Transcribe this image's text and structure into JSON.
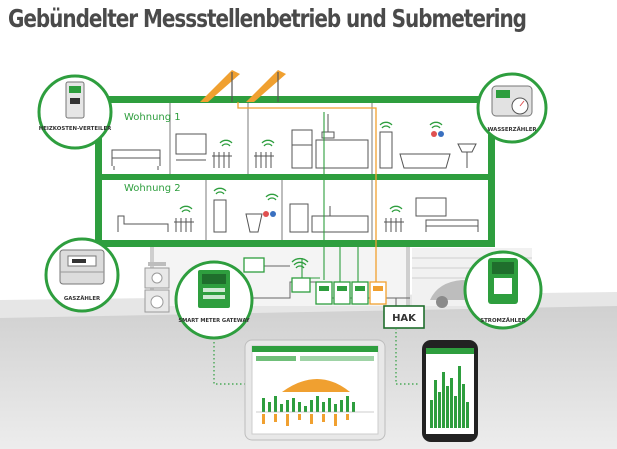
{
  "title": "Gebündelter Messstellenbetrieb und Submetering",
  "floors": {
    "upper": "Wohnung 1",
    "lower": "Wohnung 2"
  },
  "devices": {
    "heat_cost_allocator": "HEIZKOSTEN-VERTEILER",
    "water_meter": "WASSERZÄHLER",
    "gas_meter": "GASZÄHLER",
    "smart_meter_gateway": "SMART METER GATEWAY",
    "electricity_meter": "STROMZÄHLER",
    "hak": "HAK"
  },
  "colors": {
    "green": "#2e9e3e",
    "dark_green": "#1f6e2c",
    "orange": "#f0a030",
    "ground": "#d9d9d9"
  }
}
